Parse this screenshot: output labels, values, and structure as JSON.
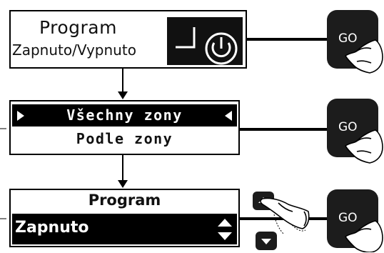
{
  "panel1": {
    "line1": "Program",
    "line2": "Zapnuto/Vypnuto"
  },
  "panel2": {
    "selected": "Všechny zony",
    "option": "Podle zony"
  },
  "panel3": {
    "title": "Program",
    "value": "Zapnuto"
  },
  "go_label": "GO",
  "colors": {
    "ink": "#000000",
    "button": "#1c1c1c",
    "paper": "#ffffff"
  },
  "icons": [
    "power-icon",
    "hand-icon",
    "up-arrow-icon",
    "down-arrow-icon",
    "triangle-left-icon",
    "triangle-right-icon"
  ]
}
